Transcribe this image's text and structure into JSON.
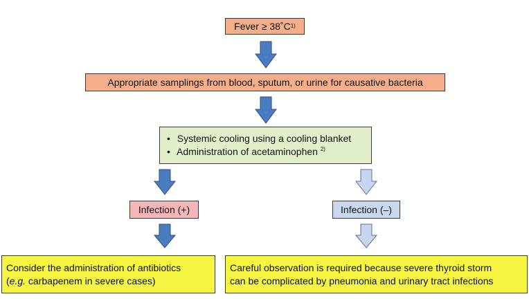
{
  "colors": {
    "fever_box": "#f5ae8a",
    "sampling_box": "#f5ae8a",
    "treatment_box": "#e2f0c9",
    "infection_pos": "#f5b6b9",
    "infection_neg": "#c9d8ee",
    "outcome_box": "#f6f542",
    "arrow_dark": "#4a7cc0",
    "arrow_light": "#c7d6ee"
  },
  "nodes": {
    "fever": {
      "text": "Fever ≥ 38˚C ",
      "note": "1)"
    },
    "sampling": {
      "text": "Appropriate samplings from blood, sputum, or urine for causative bacteria"
    },
    "treatment": {
      "items": [
        {
          "text": "Systemic cooling using a cooling blanket",
          "note": ""
        },
        {
          "text": "Administration of acetaminophen ",
          "note": "2)"
        }
      ]
    },
    "infection_pos": {
      "text": "Infection (+)"
    },
    "infection_neg": {
      "text": "Infection (–)"
    },
    "antibiotics": {
      "line1": "Consider the administration of antibiotics",
      "line2_prefix": "(",
      "line2_italic": "e.g.",
      "line2_rest": " carbapenem in severe cases)"
    },
    "observation": {
      "line1": "Careful observation is required because severe thyroid storm",
      "line2": "can be complicated by pneumonia and urinary tract infections"
    }
  },
  "arrows": [
    {
      "from": "fever",
      "to": "sampling",
      "style": "dark"
    },
    {
      "from": "sampling",
      "to": "treatment",
      "style": "dark"
    },
    {
      "from": "treatment",
      "to": "infection_pos",
      "style": "dark"
    },
    {
      "from": "treatment",
      "to": "infection_neg",
      "style": "light"
    },
    {
      "from": "infection_pos",
      "to": "antibiotics",
      "style": "dark"
    },
    {
      "from": "infection_neg",
      "to": "observation",
      "style": "light"
    }
  ]
}
